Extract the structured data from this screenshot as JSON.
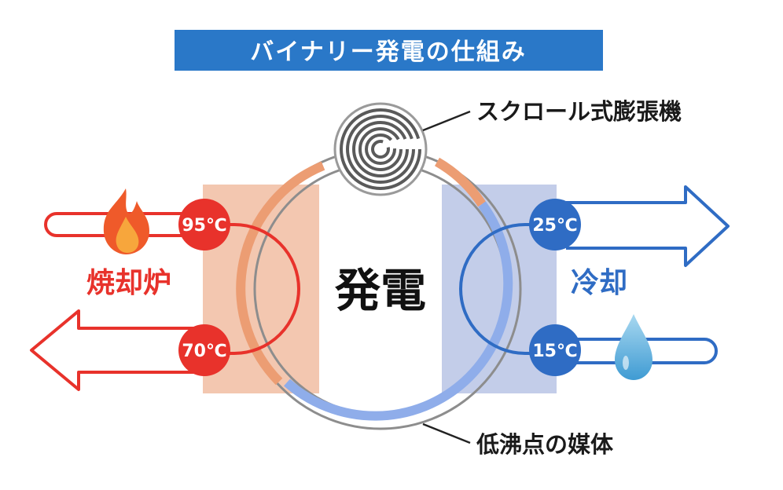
{
  "title": "バイナリー発電の仕組み",
  "center_label": "発電",
  "callouts": {
    "expander": "スクロール式膨張機",
    "medium": "低沸点の媒体"
  },
  "hot_side": {
    "label": "焼却炉",
    "temp_in": "95℃",
    "temp_out": "70℃",
    "icon": "flame-icon"
  },
  "cold_side": {
    "label": "冷却",
    "temp_in": "25℃",
    "temp_out": "15℃",
    "icon": "water-drop-icon"
  },
  "colors": {
    "title_bg": "#2a78c8",
    "hot": "#e8322b",
    "hot_panel": "#f3c7b0",
    "cold": "#2f6cc4",
    "cold_panel": "#c3cde9",
    "ring": "#8d8d8d"
  }
}
